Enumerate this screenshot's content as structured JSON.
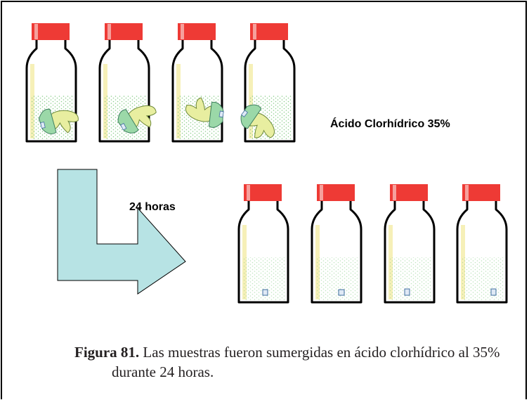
{
  "figure": {
    "acid_label": "Ácido Clorhídrico 35%",
    "time_label": "24 horas",
    "caption": {
      "label": "Figura 81.",
      "text_line1": " Las muestras fueron sumergidas en ácido clorhídrico al 35%",
      "text_line2": "durante 24 horas."
    },
    "colors": {
      "cap": "#ee3a35",
      "cap_highlight": "#f6a09c",
      "liquid_dots": "#7fc97f",
      "tooth": "#e8eea0",
      "tooth_band": "#9bd8a8",
      "arrow": "#b7e3e4",
      "bottle_stripe": "#f6f0b8"
    },
    "top_row_state": "teeth immersed",
    "bottom_row_state": "teeth dissolved"
  }
}
